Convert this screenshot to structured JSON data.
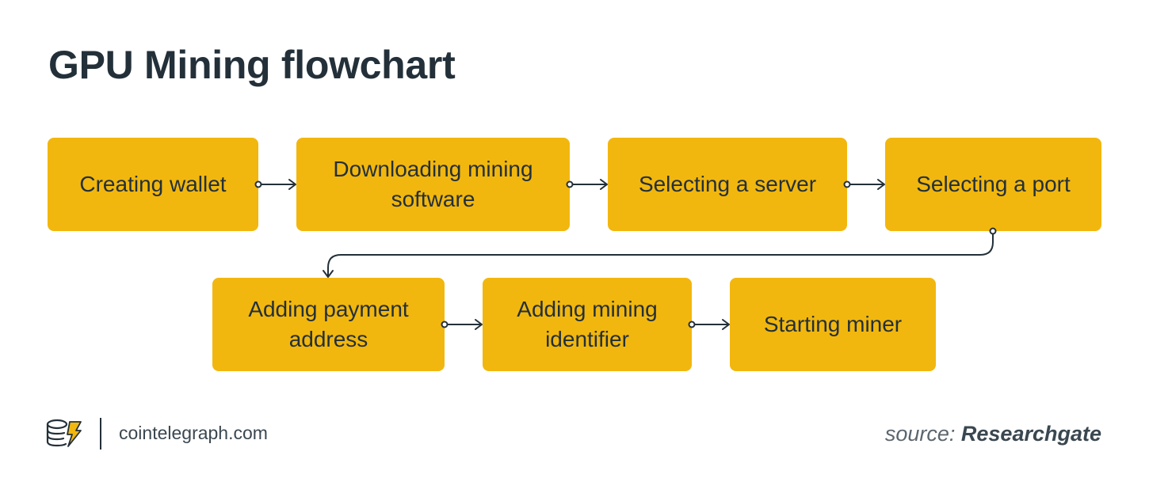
{
  "title": "GPU Mining flowchart",
  "steps": [
    {
      "label": "Creating wallet"
    },
    {
      "label": "Downloading mining software"
    },
    {
      "label": "Selecting a server"
    },
    {
      "label": "Selecting a port"
    },
    {
      "label": "Adding payment address"
    },
    {
      "label": "Adding mining identifier"
    },
    {
      "label": "Starting miner"
    }
  ],
  "footer": {
    "site": "cointelegraph.com",
    "source_label": "source:",
    "source_name": "Researchgate"
  },
  "colors": {
    "box": "#F2B70E",
    "text": "#233039",
    "connector": "#233039"
  }
}
